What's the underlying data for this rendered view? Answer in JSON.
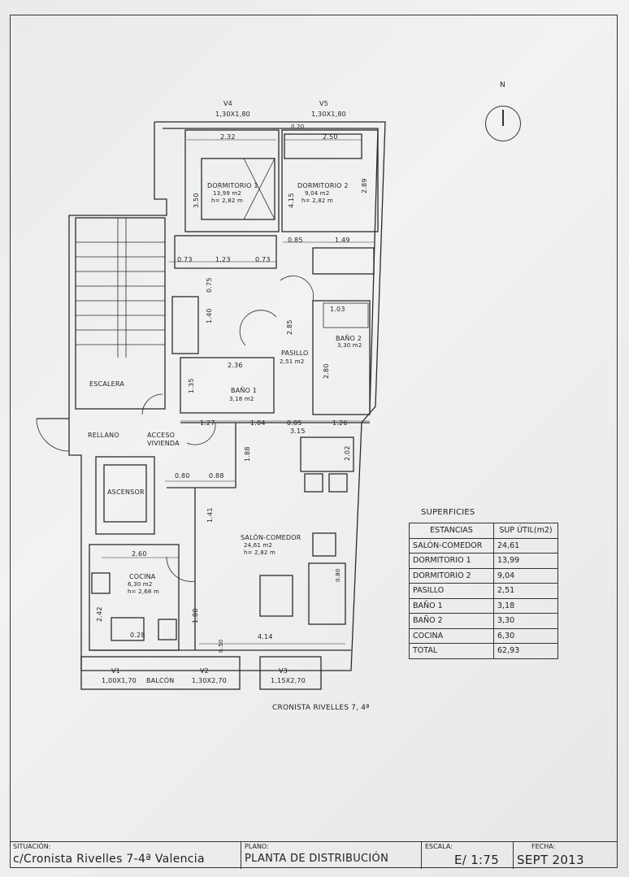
{
  "compass": {
    "label": "N"
  },
  "windows": {
    "v4": {
      "name": "V4",
      "size": "1,30X1,80"
    },
    "v5": {
      "name": "V5",
      "size": "1,30X1,80"
    },
    "v1": {
      "name": "V1",
      "size": "1,00X1,70"
    },
    "v2": {
      "name": "V2",
      "size": "1,30X2,70"
    },
    "v3": {
      "name": "V3",
      "size": "1,15X2,70"
    },
    "balcon": "BALCÓN"
  },
  "rooms": {
    "dormitorio1": {
      "name": "DORMITORIO 1",
      "area": "13,99  m2",
      "height": "h=  2,82  m"
    },
    "dormitorio2": {
      "name": "DORMITORIO 2",
      "area": "9,04  m2",
      "height": "h=  2,82  m"
    },
    "pasillo": {
      "name": "PASILLO",
      "area": "2,51  m2"
    },
    "bano1": {
      "name": "BAÑO 1",
      "area": "3,18  m2"
    },
    "bano2": {
      "name": "BAÑO 2",
      "area": "3,30  m2"
    },
    "salon": {
      "name": "SALÓN-COMEDOR",
      "area": "24,61  m2",
      "height": "h=  2,82  m"
    },
    "cocina": {
      "name": "COCINA",
      "area": "6,30  m2",
      "height": "h=  2,68  m"
    },
    "escalera": "ESCALERA",
    "rellano": "RELLANO",
    "acceso": "ACCESO",
    "vivienda": "VIVIENDA",
    "ascensor": "ASCENSOR"
  },
  "dims": {
    "d232": "2.32",
    "d250": "2.50",
    "d020": "0.20",
    "d350": "3.50",
    "d415": "4.15",
    "d289": "2.89",
    "d085a": "0.85",
    "d149": "1.49",
    "d073a": "0.73",
    "d123": "1.23",
    "d073b": "0.73",
    "d075": "0.75",
    "d140": "1.40",
    "d285": "2.85",
    "d103": "1.03",
    "d236": "2.36",
    "d135": "1.35",
    "d280": "2.80",
    "d127": "1.27",
    "d104": "1.04",
    "d085b": "0.85",
    "d126": "1.26",
    "d315": "3.15",
    "d188a": "1.88",
    "d202": "2.02",
    "d080": "0.80",
    "d088": "0.88",
    "d141": "1.41",
    "d260": "2.60",
    "d242": "2.42",
    "d028": "0.28",
    "d188b": "1.88",
    "d414": "4.14",
    "d050": "0.50",
    "d080b": "0.80"
  },
  "address_caption": "CRONISTA RIVELLES 7, 4ª",
  "superficies": {
    "title": "SUPERFICIES",
    "headers": [
      "ESTANCIAS",
      "SUP ÚTIL(m2)"
    ],
    "rows": [
      [
        "SALÓN-COMEDOR",
        "24,61"
      ],
      [
        "DORMITORIO 1",
        "13,99"
      ],
      [
        "DORMITORIO 2",
        "9,04"
      ],
      [
        "PASILLO",
        "2,51"
      ],
      [
        "BAÑO 1",
        "3,18"
      ],
      [
        "BAÑO 2",
        "3,30"
      ],
      [
        "COCINA",
        "6,30"
      ],
      [
        "TOTAL",
        "62,93"
      ]
    ]
  },
  "title_block": {
    "situacion_label": "SITUACIÓN:",
    "situacion": "c/Cronista Rivelles 7-4ª Valencia",
    "plano_label": "PLANO:",
    "plano": "PLANTA DE DISTRIBUCIÓN",
    "escala_label": "ESCALA:",
    "escala": "E/ 1:75",
    "fecha_label": "FECHA:",
    "fecha": "SEPT 2013"
  }
}
